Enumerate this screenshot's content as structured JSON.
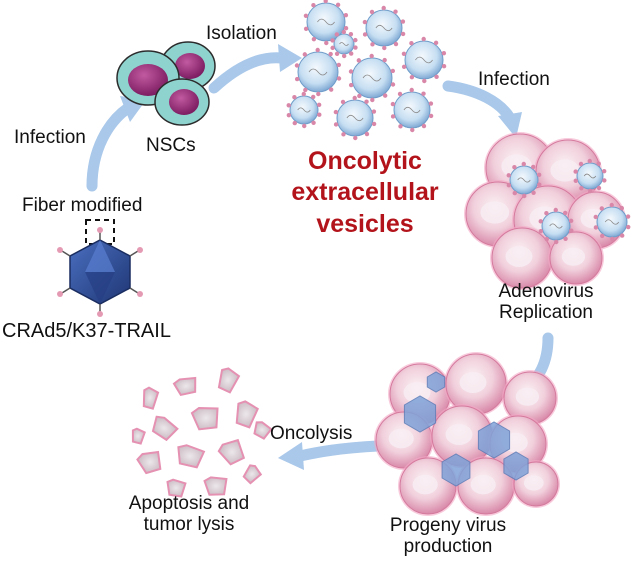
{
  "title": [
    "Oncolytic",
    "extracellular",
    "vesicles"
  ],
  "labels": {
    "isolation": "Isolation",
    "infection_top": "Infection",
    "infection_left": "Infection",
    "nscs": "NSCs",
    "fiber_modified": "Fiber modified",
    "virus_name": "CRAd5/K37-TRAIL",
    "adenovirus_replication": [
      "Adenovirus",
      "Replication"
    ],
    "progeny_virus_production": [
      "Progeny virus",
      "production"
    ],
    "oncolysis": "Oncolysis",
    "apoptosis_tumor_lysis": [
      "Apoptosis and",
      "tumor lysis"
    ]
  },
  "colors": {
    "title": "#b3141b",
    "arrow": "#a9c8ea",
    "nsc_cytoplasm": "#8fd3cf",
    "nsc_nucleus": "#9a2a7a",
    "vesicle": "#bcd9ef",
    "tumor_cell": "#f2c3d6",
    "virus_capsid": "#2f4f9a"
  }
}
